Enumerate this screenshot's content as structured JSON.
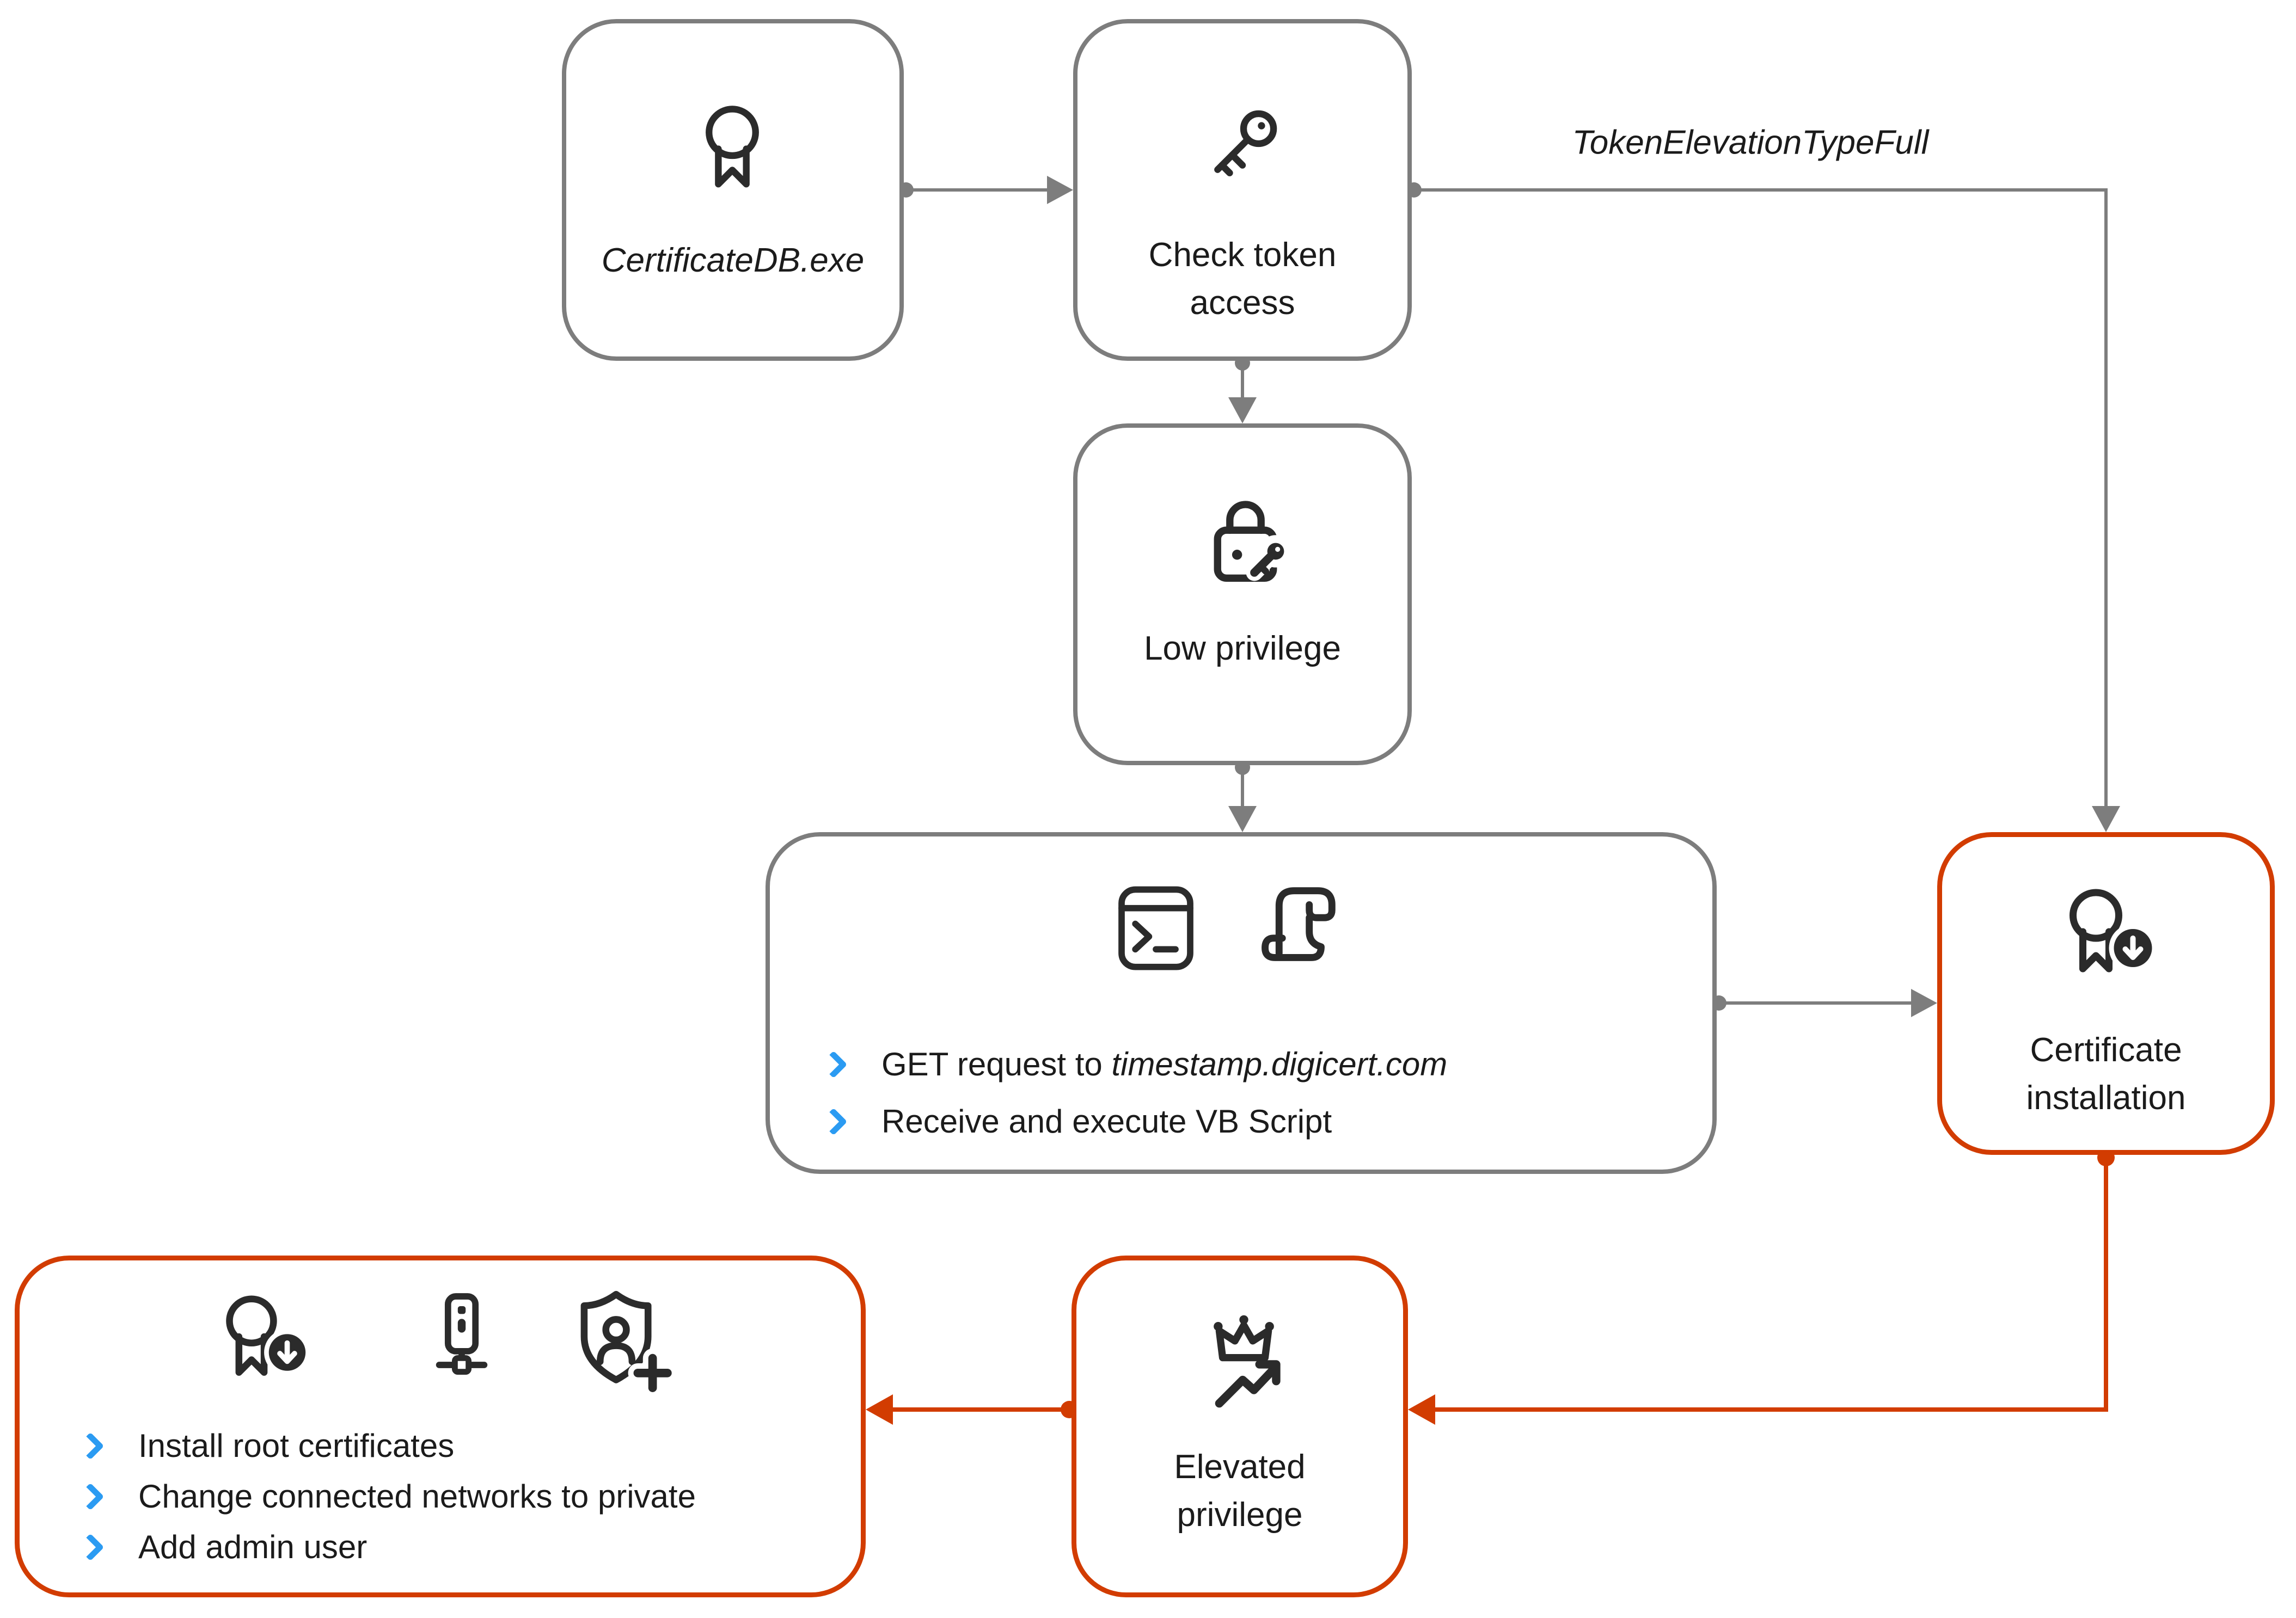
{
  "colors": {
    "flow_gray": "#7d7d7d",
    "flow_red": "#d23c01",
    "icon_dark": "#2b2b2b",
    "text": "#1b1b1b",
    "bullet_blue": "#2b9bf2",
    "background": "#ffffff"
  },
  "edge": {
    "token_elevation_label": "TokenElevationTypeFull"
  },
  "nodes": {
    "certificate_db": {
      "label": "CertificateDB.exe"
    },
    "check_token": {
      "label": "Check token access"
    },
    "low_privilege": {
      "label": "Low privilege"
    },
    "script_actions": {
      "bullets": [
        {
          "prefix": "GET request to ",
          "italic": "timestamp.digicert.com"
        },
        {
          "text": "Receive and execute VB Script"
        }
      ]
    },
    "certificate_installation": {
      "label": "Certificate installation"
    },
    "elevated_privilege": {
      "label": "Elevated privilege"
    },
    "post_exploitation": {
      "bullets": [
        {
          "text": "Install root certificates"
        },
        {
          "text": "Change connected networks to private"
        },
        {
          "text": "Add admin user"
        }
      ]
    }
  },
  "icons": {
    "certificate_db": "certificate-ribbon-icon",
    "check_token": "key-icon",
    "low_privilege": "lock-with-key-icon",
    "script_actions": [
      "terminal-icon",
      "script-scroll-icon"
    ],
    "certificate_installation": "certificate-download-icon",
    "elevated_privilege": "crown-trend-up-icon",
    "post_exploitation": [
      "certificate-download-icon",
      "server-network-icon",
      "shield-person-add-icon"
    ]
  }
}
